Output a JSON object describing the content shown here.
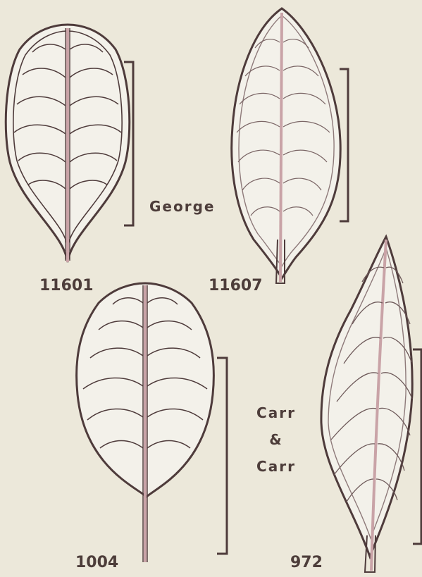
{
  "specimens": [
    {
      "id": "11601"
    },
    {
      "id": "11607"
    },
    {
      "id": "1004"
    },
    {
      "id": "972"
    }
  ],
  "collectors": {
    "top": "George",
    "bottom_line1": "Carr",
    "bottom_line2": "&",
    "bottom_line3": "Carr"
  },
  "colors": {
    "background": "#ece8da",
    "leaf_fill": "#f3f1ea",
    "outline": "#4e3b3b",
    "midrib": "#c9a3a7"
  }
}
